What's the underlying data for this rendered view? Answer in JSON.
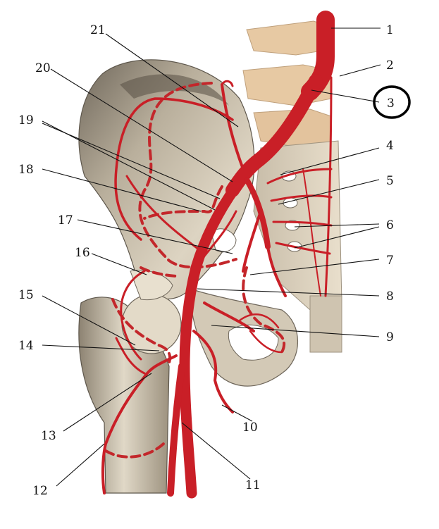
{
  "diagram": {
    "labels": [
      "1",
      "2",
      "3",
      "4",
      "5",
      "6",
      "7",
      "8",
      "9",
      "10",
      "11",
      "12",
      "13",
      "14",
      "15",
      "16",
      "17",
      "18",
      "19",
      "20",
      "21"
    ],
    "highlighted_label": "3",
    "colors": {
      "artery": "#c91f27",
      "artery_dark": "#8e1418",
      "bone": "#d8cfbd",
      "bone_shadow": "#8f8573",
      "vertebra": "#e6c9a6",
      "background": "#ffffff"
    }
  }
}
